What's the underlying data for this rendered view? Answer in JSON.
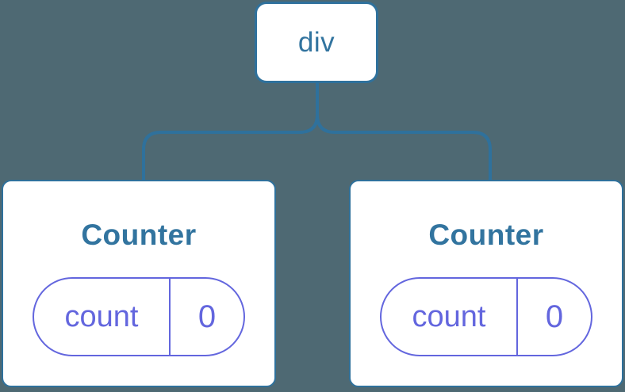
{
  "diagram": {
    "description": "Component tree diagram: a div root element with two Counter component children, each holding a count state of 0",
    "colors": {
      "background": "#4E6973",
      "blue": "#2F719C",
      "blue_text": "#32749F",
      "purple": "#6366DE",
      "card": "#FFFFFF"
    },
    "root": {
      "label": "div"
    },
    "children": [
      {
        "title": "Counter",
        "state": {
          "key": "count",
          "value": "0"
        }
      },
      {
        "title": "Counter",
        "state": {
          "key": "count",
          "value": "0"
        }
      }
    ]
  }
}
